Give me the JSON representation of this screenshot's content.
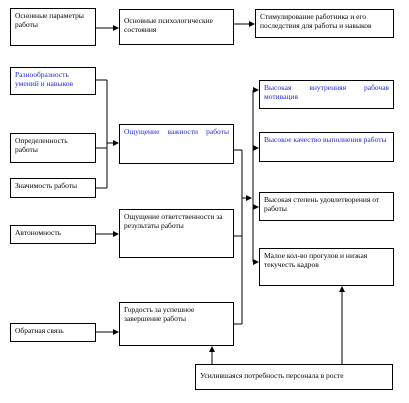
{
  "boxes": {
    "main_params": "Основные параметры работы",
    "psych_states": "Основные психологические состояния",
    "stimulation": "Стимулирование работника и его последствия для работы и навыков",
    "skill_variety": "Разнообразность умений и навыков",
    "task_identity": "Определенность работы",
    "task_significance": "Значимость работы",
    "meaningfulness": "Ощущение важности работы",
    "autonomy": "Автономность",
    "responsibility": "Ощущение ответственности за результаты работы",
    "feedback": "Обратная связь",
    "pride": "Гордость за успешное завершение работы",
    "high_motivation": "Высокая внутренняя рабочая мотивация",
    "high_quality": "Высокое качество выполнения работы",
    "high_satisfaction": "Высокая степень удовлетворения от работы",
    "low_absenteeism": "Малое кол-во прогулов и низкая текучесть кадров",
    "growth_need": "Усилившаяся потребность персонала в росте"
  },
  "colors": {
    "border": "#000000",
    "blue_text": "#1c2ad6"
  }
}
